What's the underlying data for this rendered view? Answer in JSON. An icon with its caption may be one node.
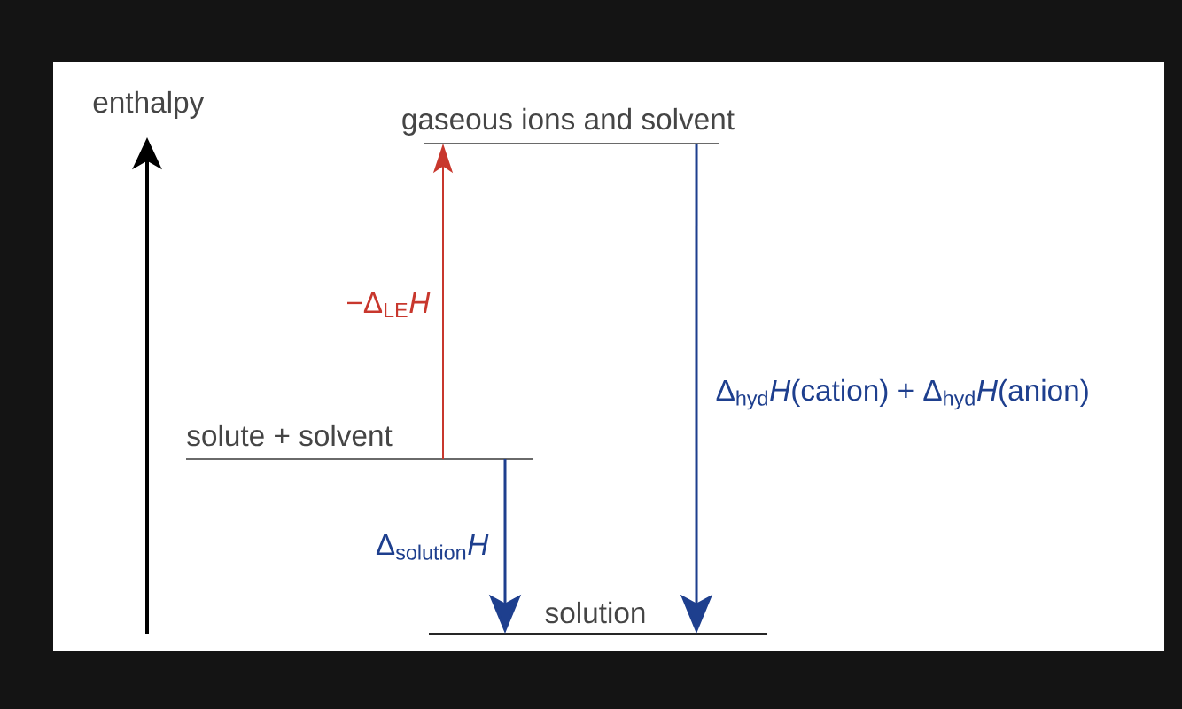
{
  "diagram": {
    "nodes": [
      {
        "text": [
          "gaseous ions and solvent"
        ]
      },
      {
        "text": [
          "solute + solvent"
        ]
      },
      {
        "text": [
          "solution"
        ]
      }
    ],
    "edges": [
      {
        "from": 1,
        "to": 0,
        "arrow": "to",
        "label": "−Δ$_{LE}$*H*",
        "color": "#c8372d"
      },
      {
        "from": 0,
        "to": 2,
        "arrow": "to",
        "label": "Δ$_{hyd}$*H*(cation) + Δ$_{hyd}$*H*(anion)"
      },
      {
        "from": 1,
        "to": 2,
        "arrow": "to",
        "label": "Δ$_{solution}$*H*"
      }
    ],
    "labels": [
      "enthalpy"
    ]
  }
}
